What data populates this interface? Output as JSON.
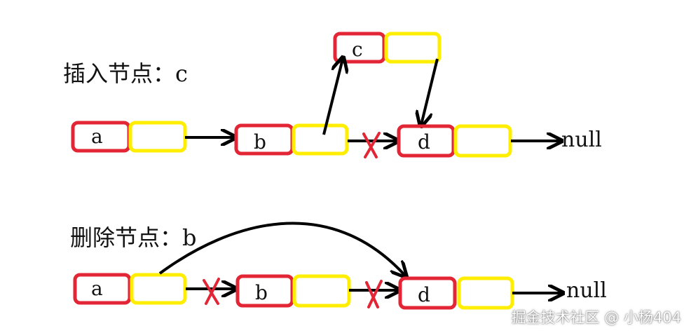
{
  "colors": {
    "data_box": "#e32636",
    "pointer_box": "#ffee00",
    "arrow": "#000000",
    "cross": "#e32636"
  },
  "insert": {
    "title": "插入节点：c",
    "nodes": [
      "a",
      "b",
      "d"
    ],
    "inserted_node": "c",
    "tail": "null"
  },
  "delete": {
    "title": "删除节点：b",
    "nodes": [
      "a",
      "b",
      "d"
    ],
    "tail": "null"
  },
  "watermark": "掘金技术社区 @ 小杨404"
}
